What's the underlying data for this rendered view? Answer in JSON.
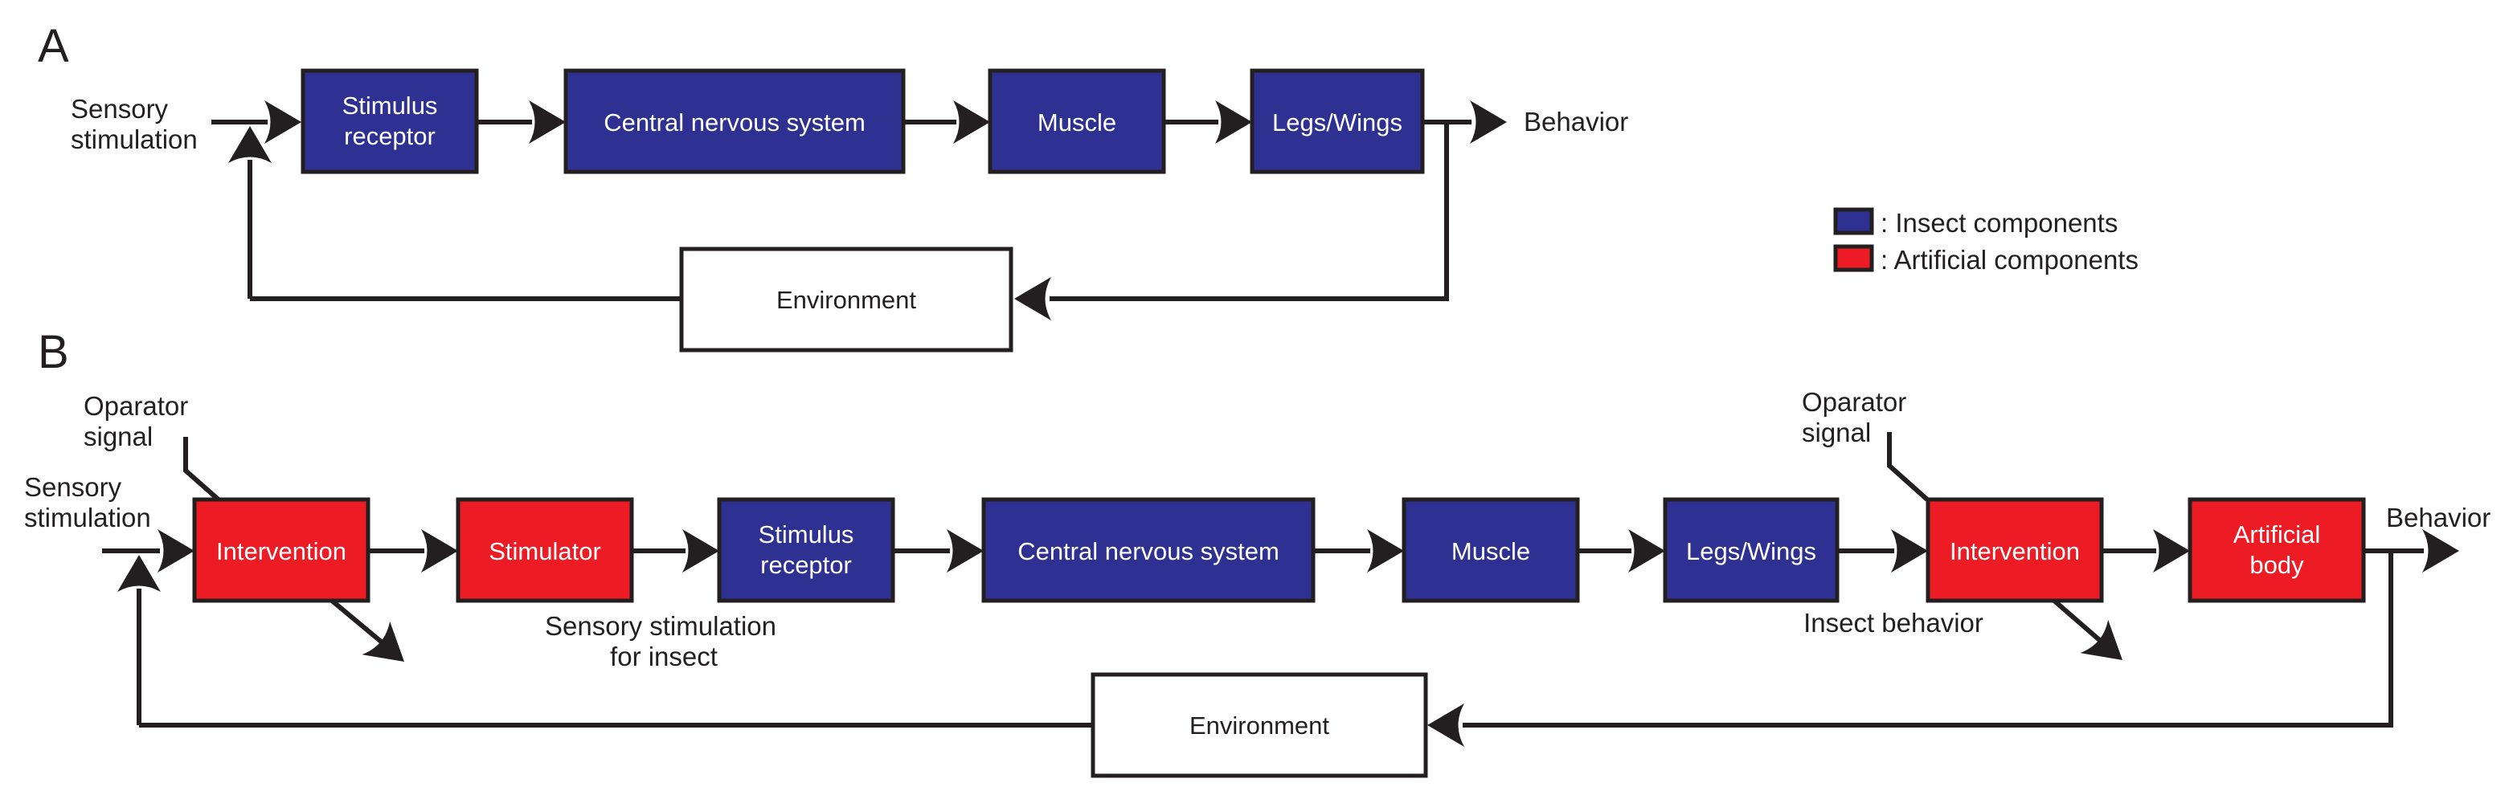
{
  "colors": {
    "insect": "#2E3192",
    "artificial": "#ED1C24",
    "line": "#231F20",
    "box_text": "#FFFFFF",
    "environment_fill": "#FFFFFF"
  },
  "panel_a": {
    "label": "A",
    "sensory_stimulation": {
      "line1": "Sensory",
      "line2": "stimulation"
    },
    "behavior": "Behavior",
    "boxes": {
      "stimulus_receptor": {
        "line1": "Stimulus",
        "line2": "receptor"
      },
      "cns": "Central nervous system",
      "muscle": "Muscle",
      "legs_wings": "Legs/Wings",
      "environment": "Environment"
    }
  },
  "panel_b": {
    "label": "B",
    "operator_left": {
      "line1": "Oparator",
      "line2": "signal"
    },
    "operator_right": {
      "line1": "Oparator",
      "line2": "signal"
    },
    "sensory_stimulation": {
      "line1": "Sensory",
      "line2": "stimulation"
    },
    "stimulation_for_insect": {
      "line1": "Sensory stimulation",
      "line2": "for insect"
    },
    "insect_behavior": "Insect behavior",
    "behavior": "Behavior",
    "boxes": {
      "intervention_left": "Intervention",
      "stimulator": "Stimulator",
      "stimulus_receptor": {
        "line1": "Stimulus",
        "line2": "receptor"
      },
      "cns": "Central nervous system",
      "muscle": "Muscle",
      "legs_wings": "Legs/Wings",
      "intervention_right": "Intervention",
      "artificial_body": {
        "line1": "Artificial",
        "line2": "body"
      },
      "environment": "Environment"
    }
  },
  "legend": {
    "insect_label": ": Insect components",
    "artificial_label": ": Artificial components"
  }
}
